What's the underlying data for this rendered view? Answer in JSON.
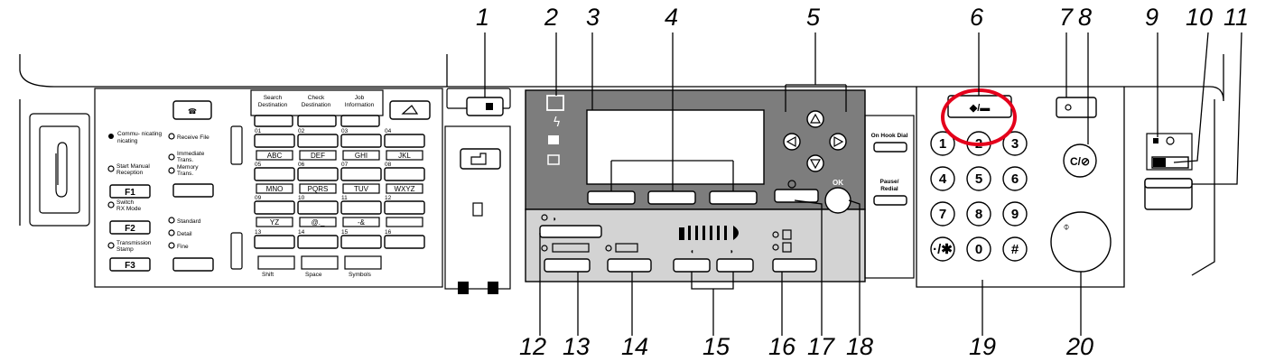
{
  "callouts": [
    "1",
    "2",
    "3",
    "4",
    "5",
    "6",
    "7",
    "8",
    "9",
    "10",
    "11",
    "12",
    "13",
    "14",
    "15",
    "16",
    "17",
    "18",
    "19",
    "20"
  ],
  "fax_panel": {
    "status": [
      "Commu-\nnicating",
      "Receive File",
      "Immediate\nTrans.",
      "Memory\nTrans.",
      "Start Manual\nReception",
      "Switch\nRX Mode",
      "Standard",
      "Detail",
      "Fine",
      "Transmission\nStamp"
    ],
    "f_keys": [
      "F1",
      "F2",
      "F3"
    ],
    "dest_buttons": [
      "Search\nDestination",
      "Check\nDestination",
      "Job\nInformation"
    ],
    "quick_dial_numbers": [
      "01",
      "02",
      "03",
      "04",
      "05",
      "06",
      "07",
      "08",
      "09",
      "10",
      "11",
      "12",
      "13",
      "14",
      "15",
      "16"
    ],
    "quick_dial_labels": [
      "ABC",
      "DEF",
      "GHI",
      "JKL",
      "MNO",
      "PQRS",
      "TUV",
      "WXYZ",
      "YZ",
      "@._",
      "-&",
      ""
    ],
    "bottom_keys": [
      "Shift",
      "Space",
      "Symbols"
    ]
  },
  "right_panel": {
    "on_hook": "On Hook Dial",
    "pause": "Pause/\nRedial",
    "ok": "OK",
    "clear_stop": "C/⊘",
    "keypad": [
      "1",
      "2",
      "3",
      "4",
      "5",
      "6",
      "7",
      "8",
      "9",
      "·/✱",
      "0",
      "#"
    ]
  }
}
